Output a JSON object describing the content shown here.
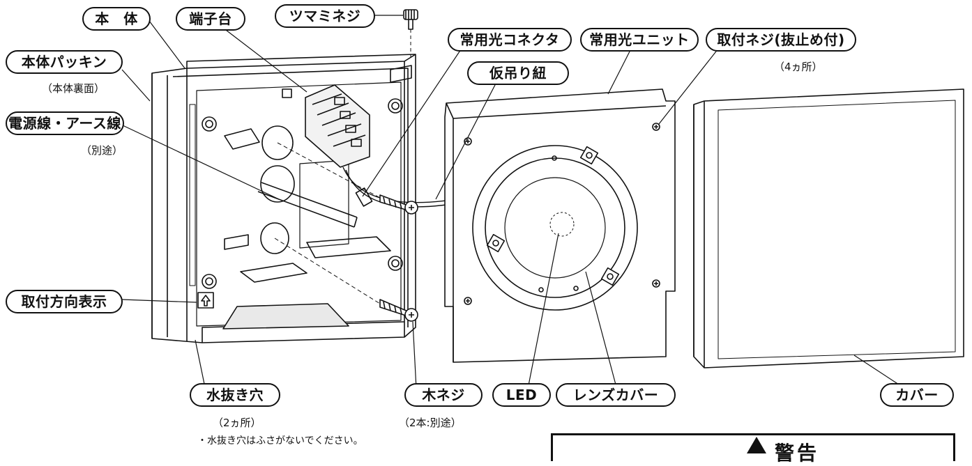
{
  "labels": {
    "hontai": "本　体",
    "tanshidai": "端子台",
    "tsumami_neji": "ツマミネジ",
    "hontai_packing": "本体パッキン",
    "hontai_packing_note": "（本体裏面）",
    "power_wire": "電源線・アース線",
    "power_wire_note": "（別途）",
    "jouyoukou_connector": "常用光コネクタ",
    "karitsuri_himo": "仮吊り紐",
    "jouyoukou_unit": "常用光ユニット",
    "toritsuke_neji": "取付ネジ(抜止め付)",
    "toritsuke_neji_note": "（4ヵ所）",
    "toritsuke_houkou": "取付方向表示",
    "mizunuki_ana": "水抜き穴",
    "mizunuki_ana_note": "（2ヵ所）",
    "mizunuki_caution": "・水抜き穴はふさがないでください。",
    "ki_neji": "木ネジ",
    "ki_neji_note": "（2本:別途）",
    "led": "LED",
    "lens_cover": "レンズカバー",
    "cover": "カバー"
  },
  "warning": {
    "title": "警告"
  }
}
